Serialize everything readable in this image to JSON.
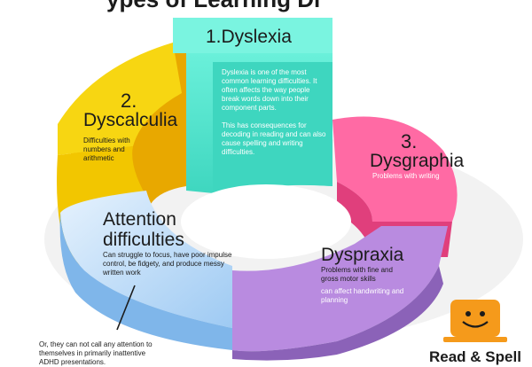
{
  "header": {
    "title_fragment": "ypes of Learning Di"
  },
  "segments": {
    "dyslexia": {
      "title": "1.Dyslexia",
      "text_p1": "Dyslexia is one of the most common learning difficulties. It often affects the way people break words down into their component parts.",
      "text_p2": "This has consequences for decoding in reading and can also cause spelling and writing difficulties.",
      "color": "#58e6cf"
    },
    "dyscalculia": {
      "number": "2.",
      "title": "Dyscalculia",
      "text": "Difficulties with numbers and arithmetic",
      "color": "#f5d20a"
    },
    "dysgraphia": {
      "number": "3.",
      "title": "Dysgraphia",
      "text": "Problems with writing",
      "color": "#f45b96"
    },
    "dyspraxia": {
      "title": "Dyspraxia",
      "text1": "Problems with fine and gross motor skills",
      "text2": "can affect handwriting and planning",
      "color": "#b98be0"
    },
    "attention": {
      "title_line1": "Attention",
      "title_line2": "difficulties",
      "text": "Can struggle to focus, have poor impulse control, be fidgety, and produce messy written work",
      "color": "#a9d2f6"
    }
  },
  "callout": {
    "text": "Or, they can not call any attention to themselves in primarily inattentive ADHD presentations."
  },
  "logo": {
    "name": "Read & Spell",
    "icon": "smiley-laptop-icon",
    "color": "#f59a1b"
  }
}
